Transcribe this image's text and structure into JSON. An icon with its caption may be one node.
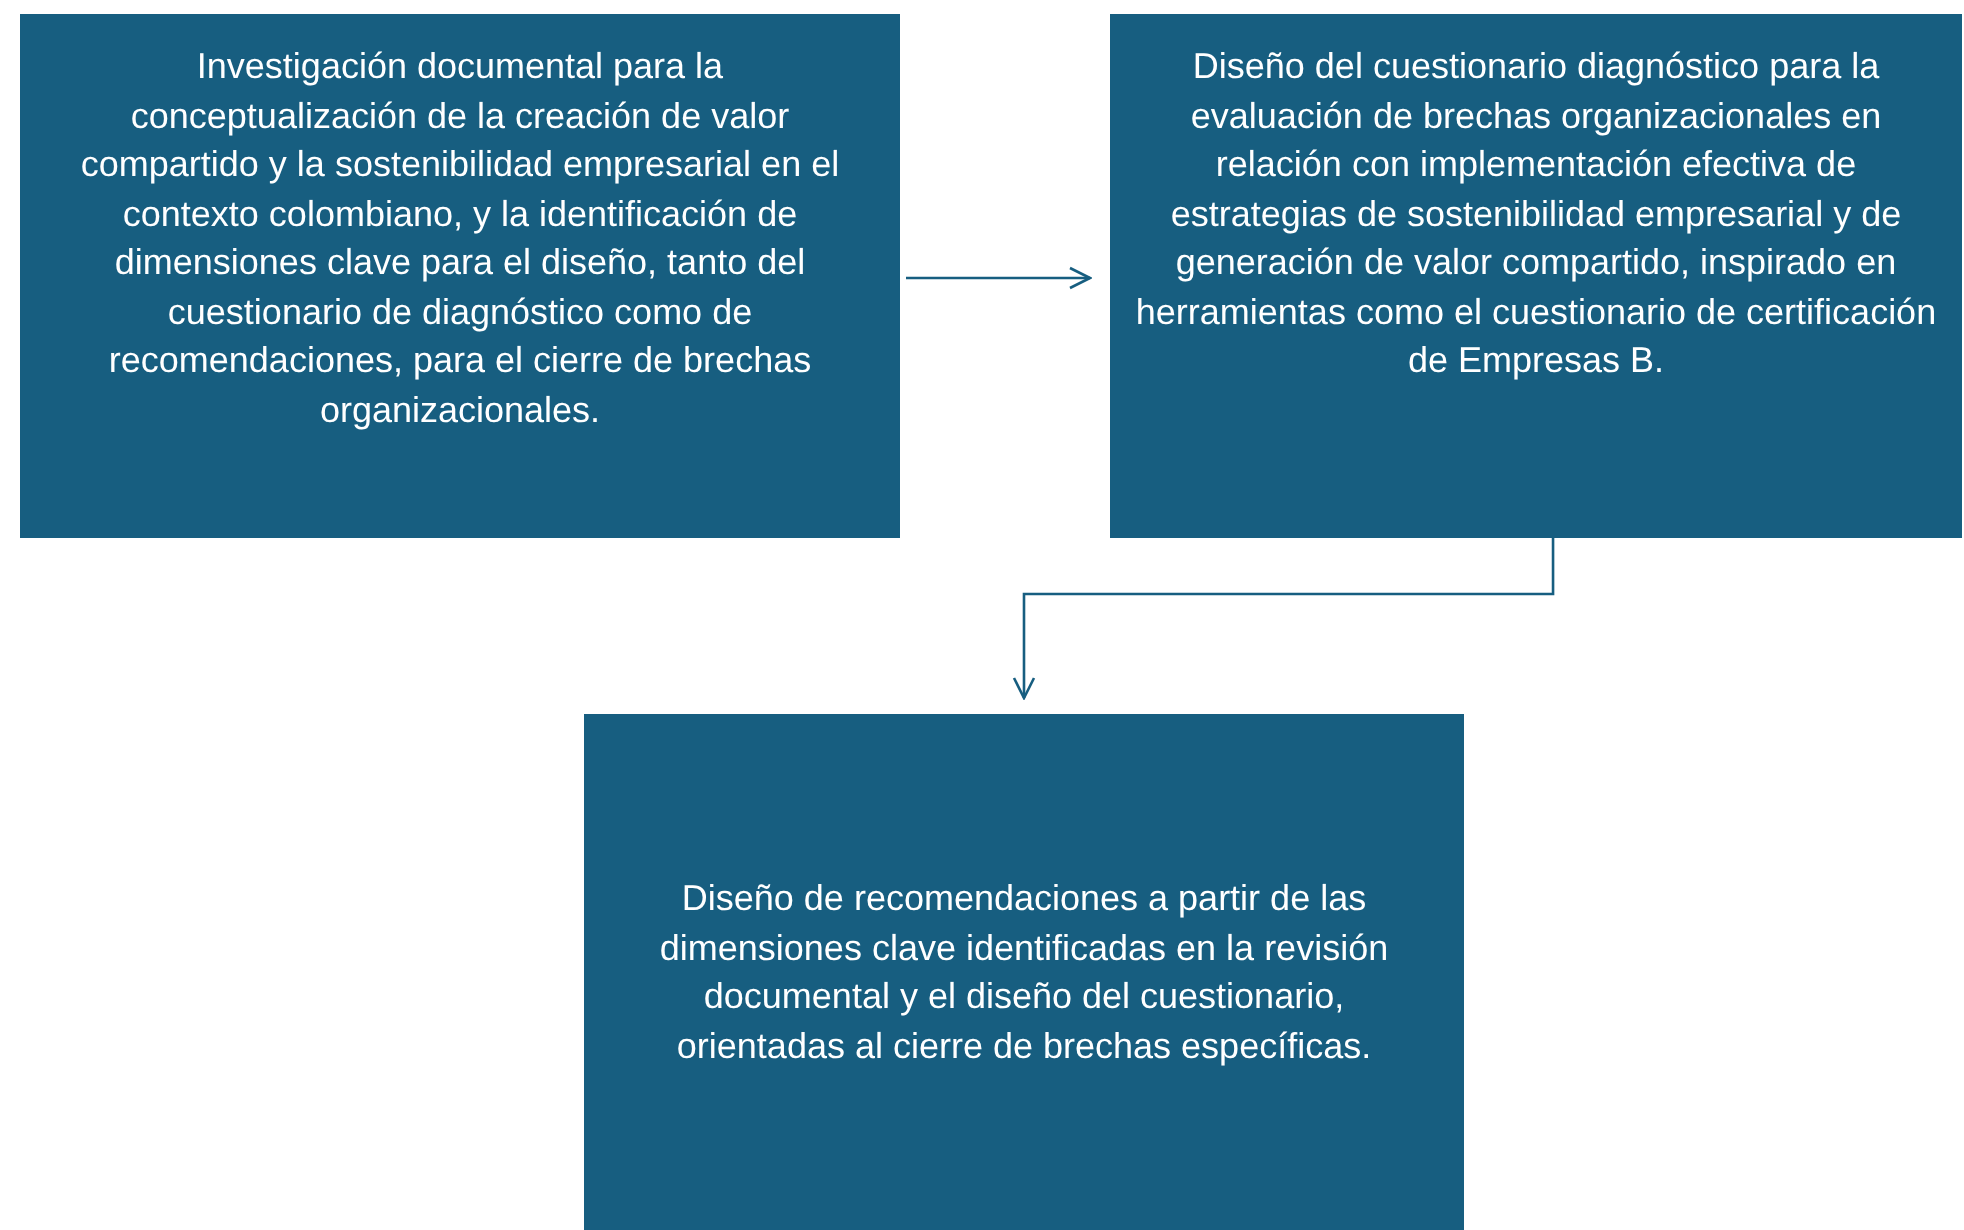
{
  "diagram": {
    "nodes": [
      {
        "text": [
          "Investigación documental para la conceptualización de la creación de valor compartido y la sostenibilidad empresarial en el contexto colombiano, y la identificación de dimensiones clave para el diseño, tanto del cuestionario de diagnóstico como de recomendaciones, para el cierre de brechas organizacionales."
        ]
      },
      {
        "text": [
          "Diseño del cuestionario diagnóstico para la evaluación de brechas organizacionales en relación con implementación efectiva de estrategias de sostenibilidad empresarial y de generación de valor compartido, inspirado en herramientas como el cuestionario de certificación de Empresas B."
        ]
      },
      {
        "text": [
          "Diseño de recomendaciones a partir de las dimensiones clave identificadas en la revisión documental y el diseño del cuestionario, orientadas al cierre de brechas específicas."
        ]
      }
    ],
    "edges": [
      {
        "from": 0,
        "to": 1,
        "arrow": "to"
      },
      {
        "from": 1,
        "to": 2,
        "arrow": "to"
      }
    ]
  }
}
